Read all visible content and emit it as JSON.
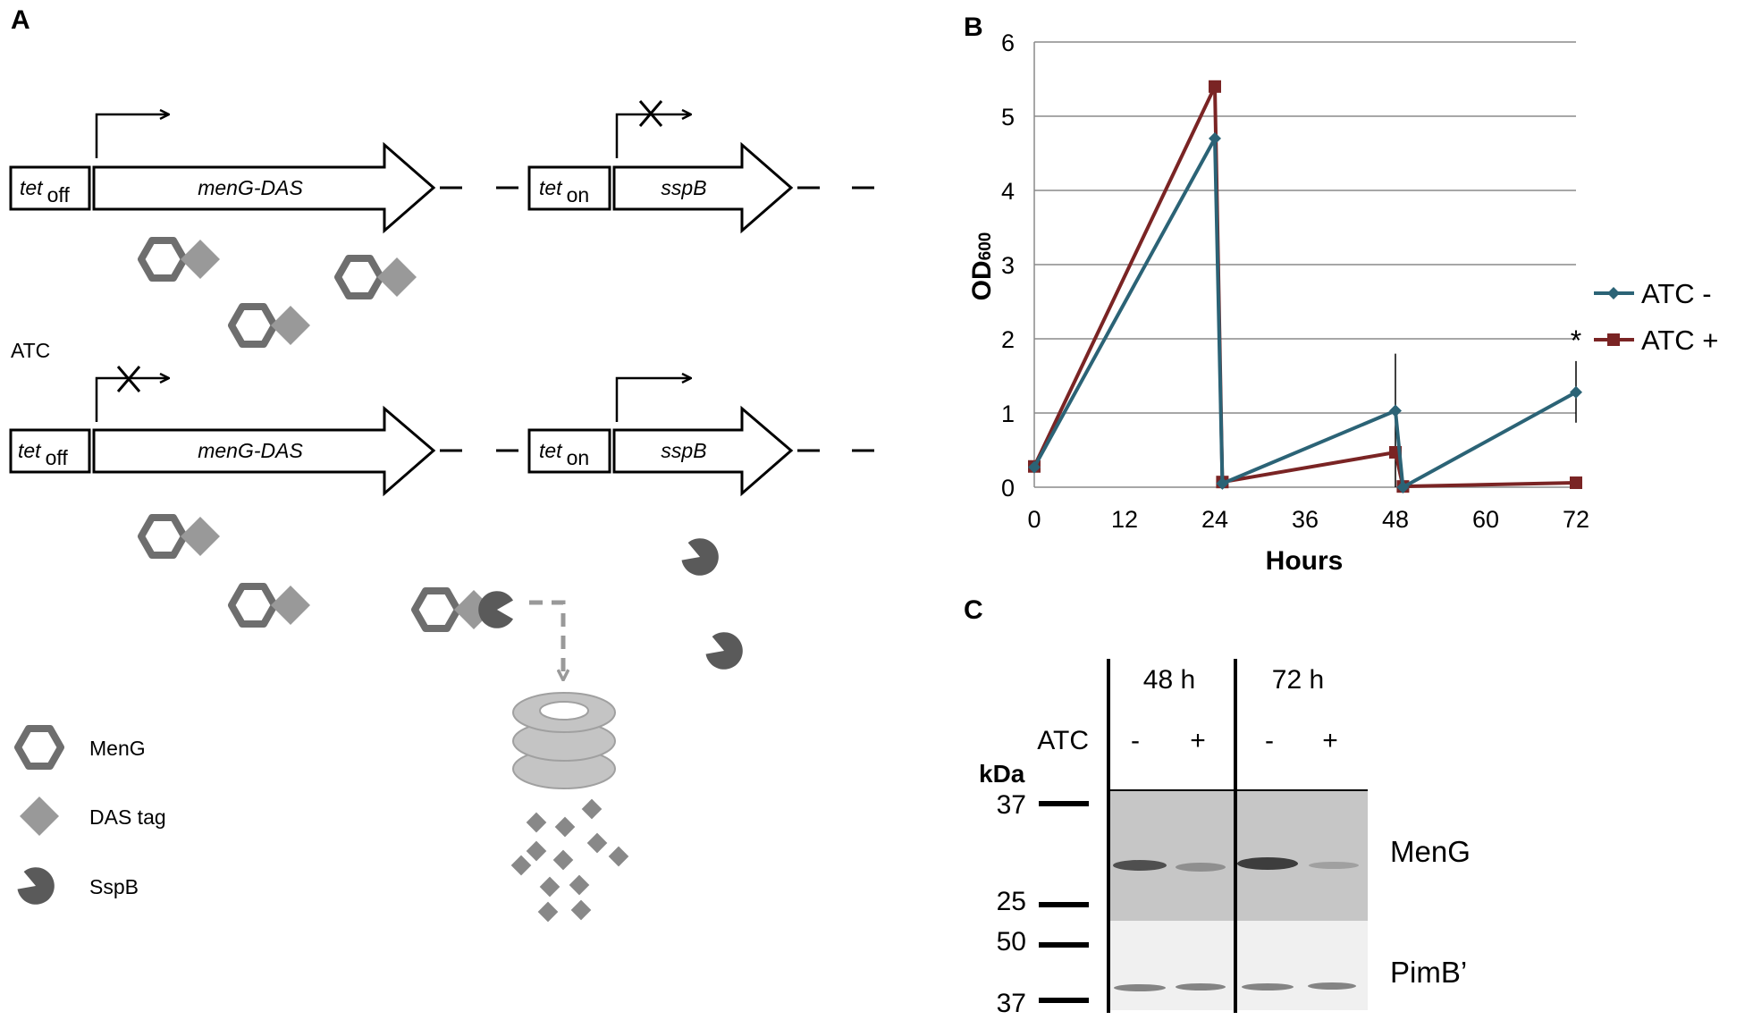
{
  "panels": {
    "a": "A",
    "b": "B",
    "c": "C"
  },
  "panel_a": {
    "row1": {
      "promoter1": {
        "main": "tet",
        "sub": "off"
      },
      "gene1": "menG-DAS",
      "promoter2": {
        "main": "tet",
        "sub": "on"
      },
      "gene2": "sspB"
    },
    "condition_label": "ATC",
    "row2": {
      "promoter1": {
        "main": "tet",
        "sub": "off"
      },
      "gene1": "menG-DAS",
      "promoter2": {
        "main": "tet",
        "sub": "on"
      },
      "gene2": "sspB"
    },
    "legend": [
      "MenG",
      "DAS tag",
      "SspB"
    ]
  },
  "chart_data": {
    "type": "line",
    "xlabel": "Hours",
    "ylabel": "OD600",
    "ylabel_main": "OD",
    "ylabel_sub": "600",
    "xlim": [
      0,
      72
    ],
    "ylim": [
      0,
      6
    ],
    "xticks": [
      0,
      12,
      24,
      36,
      48,
      60,
      72
    ],
    "yticks": [
      0,
      1,
      2,
      3,
      4,
      5,
      6
    ],
    "grid": true,
    "legend_position": "right",
    "series": [
      {
        "name": "ATC -",
        "color": "#2b6376",
        "marker": "diamond",
        "x": [
          0,
          24,
          25,
          48,
          49,
          72
        ],
        "y": [
          0.27,
          4.7,
          0.05,
          1.03,
          0.0,
          1.28
        ],
        "error_bars": [
          {
            "x": 48,
            "low": 0.0,
            "high": 1.8
          },
          {
            "x": 72,
            "low": 0.87,
            "high": 1.7
          }
        ]
      },
      {
        "name": "ATC +",
        "color": "#7a2424",
        "marker": "square",
        "x": [
          0,
          24,
          25,
          48,
          49,
          72
        ],
        "y": [
          0.28,
          5.4,
          0.07,
          0.47,
          0.01,
          0.06
        ]
      }
    ],
    "annotation": "*"
  },
  "panel_c": {
    "timepoints": [
      "48 h",
      "72 h"
    ],
    "condition": "ATC",
    "lanes": [
      "-",
      "+",
      "-",
      "+"
    ],
    "unit": "kDa",
    "markers_top": [
      "37",
      "25"
    ],
    "markers_bottom": [
      "50",
      "37"
    ],
    "bands": [
      "MenG",
      "PimB’"
    ]
  }
}
